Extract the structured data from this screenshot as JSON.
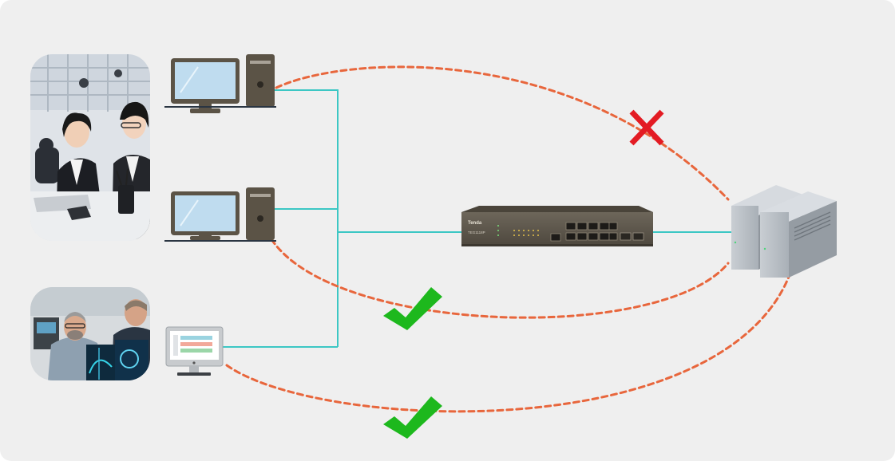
{
  "diagram": {
    "switch_brand": "Tenda",
    "switch_model": "TEG1118P",
    "colors": {
      "background": "#efefef",
      "cable": "#3cc7c4",
      "traffic_path": "#e8663c",
      "allowed": "#1db81d",
      "blocked": "#e31b23",
      "switch_body": "#5d5548",
      "server_body": "#b8bec4"
    },
    "icons": [
      "office-photo",
      "engineers-photo",
      "desktop-pc-icon",
      "monitor-icon",
      "network-switch-icon",
      "server-icon",
      "blocked-x-icon",
      "allowed-check-icon"
    ]
  }
}
